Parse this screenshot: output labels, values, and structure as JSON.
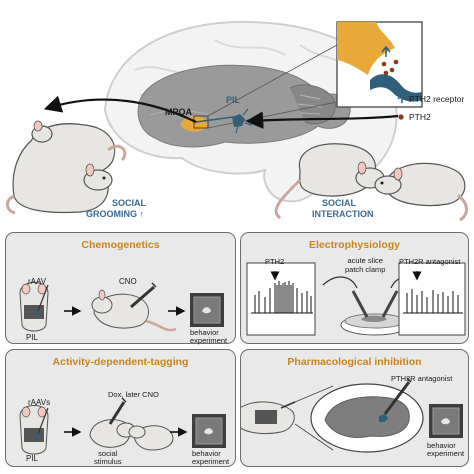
{
  "top": {
    "mpoa_label": "MPOA",
    "pil_label": "PIL",
    "receptor_label": "PTH2 receptor",
    "pth2_label": "PTH2",
    "social_grooming_line1": "SOCIAL",
    "social_grooming_line2": "GROOMING ↑",
    "social_interaction_line1": "SOCIAL",
    "social_interaction_line2": "INTERACTION"
  },
  "panels": {
    "chemogenetics": {
      "title": "Chemogenetics",
      "raav": "rAAV",
      "pil": "PIL",
      "cno": "CNO",
      "behavior_line1": "behavior",
      "behavior_line2": "experiment"
    },
    "electrophysiology": {
      "title": "Electrophysiology",
      "pth2": "PTH2",
      "acute_line1": "acute slice",
      "acute_line2": "patch clamp",
      "antagonist": "PTH2R antagonist"
    },
    "tagging": {
      "title": "Activity-dependent-tagging",
      "raavs": "rAAVs",
      "pil": "PIL",
      "dox": "Dox, later CNO",
      "social_line1": "social",
      "social_line2": "stimulus",
      "behavior_line1": "behavior",
      "behavior_line2": "experiment"
    },
    "pharmacological": {
      "title": "Pharmacological inhibition",
      "antagonist": "PTH2R antagonist",
      "behavior_line1": "behavior",
      "behavior_line2": "experiment"
    }
  },
  "colors": {
    "accent_orange": "#e8a83a",
    "title_orange": "#c9841c",
    "pil_teal": "#2f5f7a",
    "pth2_dot": "#8a3a1a",
    "grooming_blue": "#3a6a92",
    "panel_bg": "#e9e9e9",
    "brain_gray": "#bdbdbd"
  }
}
